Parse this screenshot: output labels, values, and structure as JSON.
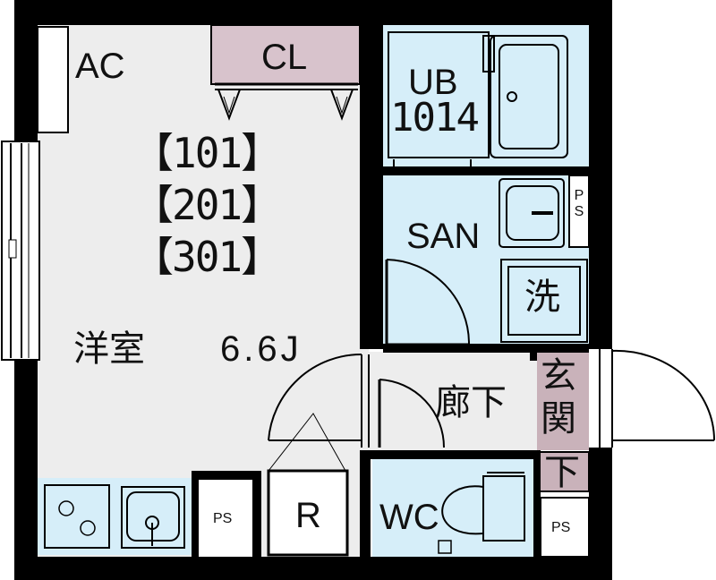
{
  "labels": {
    "ac": "AC",
    "cl": "CL",
    "ub": "UB",
    "ub_size": "1014",
    "units": [
      "【101】",
      "【201】",
      "【301】"
    ],
    "room": "洋室",
    "room_size": "6.6J",
    "san": "SAN",
    "ps_right": "P S",
    "washer": "洗",
    "corridor": "廊下",
    "entrance": "玄関",
    "entrance_low": "下",
    "ps_kitchen": "PS",
    "refrigerator": "R",
    "wc": "WC",
    "ps_wc": "PS"
  },
  "colors": {
    "wall": "#000000",
    "room_floor": "#ededed",
    "wet_area": "#d6eef9",
    "closet": "#d8c3cc",
    "entrance": "#c9b2ba",
    "kitchen": "#d6eef9"
  }
}
